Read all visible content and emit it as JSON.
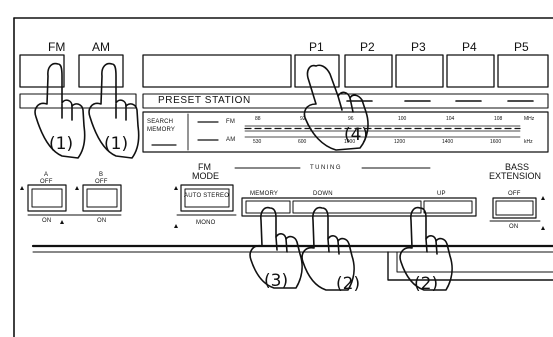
{
  "top_buttons": {
    "fm": "FM",
    "am": "AM",
    "p1": "P1",
    "p2": "P2",
    "p3": "P3",
    "p4": "P4",
    "p5": "P5"
  },
  "display": {
    "preset_station": "PRESET STATION",
    "search_memory_line1": "SEARCH",
    "search_memory_line2": "MEMORY",
    "fm_band": "FM",
    "am_band": "AM",
    "fm_scale": [
      "88",
      "92",
      "96",
      "100",
      "104",
      "108"
    ],
    "am_scale": [
      "530",
      "600",
      "1000",
      "1200",
      "1400",
      "1600"
    ],
    "mhz": "MHz",
    "khz": "kHz"
  },
  "controls": {
    "a_top": "A",
    "a_state": "OFF",
    "a_bottom": "ON",
    "b_top": "B",
    "b_state": "OFF",
    "b_bottom": "ON",
    "fm_mode_line1": "FM",
    "fm_mode_line2": "MODE",
    "auto_stereo": "AUTO STEREO",
    "mono": "MONO",
    "tuning": "TUNING",
    "memory": "MEMORY",
    "down": "DOWN",
    "up": "UP",
    "bass_line1": "BASS",
    "bass_line2": "EXTENSION",
    "bass_off": "OFF",
    "bass_on": "ON"
  },
  "callouts": {
    "fm_hand": "(1)",
    "am_hand": "(1)",
    "p1_hand": "(4)",
    "memory_hand": "(3)",
    "down_hand": "(2)",
    "up_hand": "(2)"
  }
}
